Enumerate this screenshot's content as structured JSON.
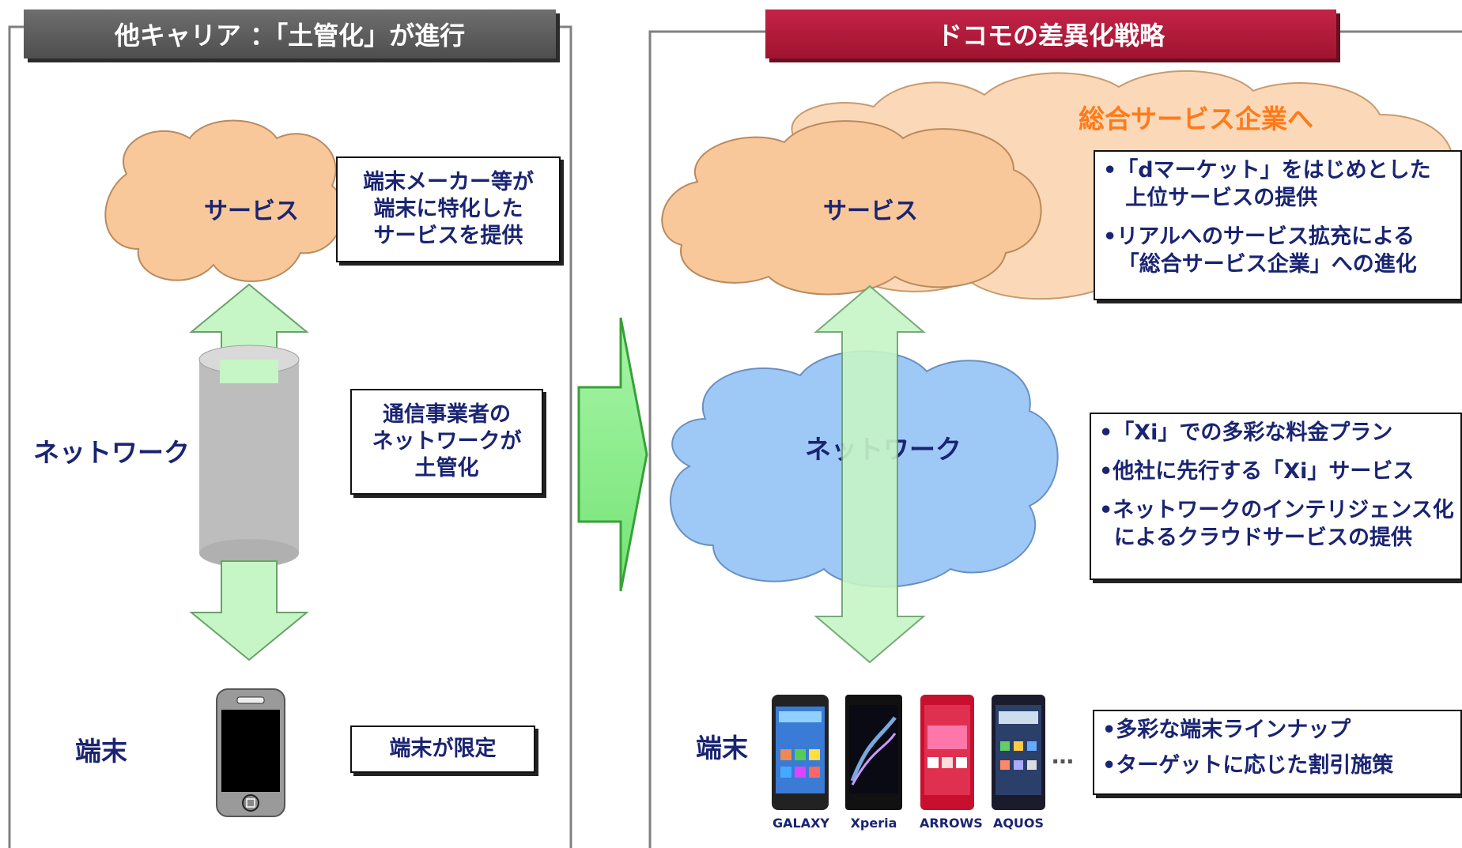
{
  "left": {
    "header": "他キャリア ：「土管化」が進行",
    "service_label": "サービス",
    "network_label": "ネットワーク",
    "device_label": "端末",
    "service_note": [
      "端末メーカー等が",
      "端末に特化した",
      "サービスを提供"
    ],
    "network_note": [
      "通信事業者の",
      "ネットワークが",
      "土管化"
    ],
    "device_note": "端末が限定"
  },
  "right": {
    "header": "ドコモの差異化戦略",
    "cloud_title": "総合サービス企業へ",
    "service_label": "サービス",
    "network_label": "ネットワーク",
    "device_label": "端末",
    "service_bullets": [
      "•「dマーケット」をはじめとした\n   上位サービスの提供",
      "•リアルへのサービス拡充による\n  「総合サービス企業」への進化"
    ],
    "network_bullets": [
      "•「Xi」での多彩な料金プラン",
      "•他社に先行する「Xi」サービス",
      "•ネットワークのインテリジェンス化\n  によるクラウドサービスの提供"
    ],
    "device_bullets": [
      "•多彩な端末ラインナップ",
      "•ターゲットに応じた割引施策"
    ],
    "phones": [
      "GALAXY",
      "Xperia",
      "ARROWS",
      "AQUOS"
    ],
    "ellipsis": "…"
  },
  "colors": {
    "left_header": "#5a5a5a",
    "right_header": "#b01a3a",
    "orange_cloud": "#f9c89a",
    "blue_cloud": "#9ec9f7",
    "green_arrow": "#c6f5c6",
    "accent_orange": "#ff7a1a",
    "text_navy": "#1a2472"
  }
}
